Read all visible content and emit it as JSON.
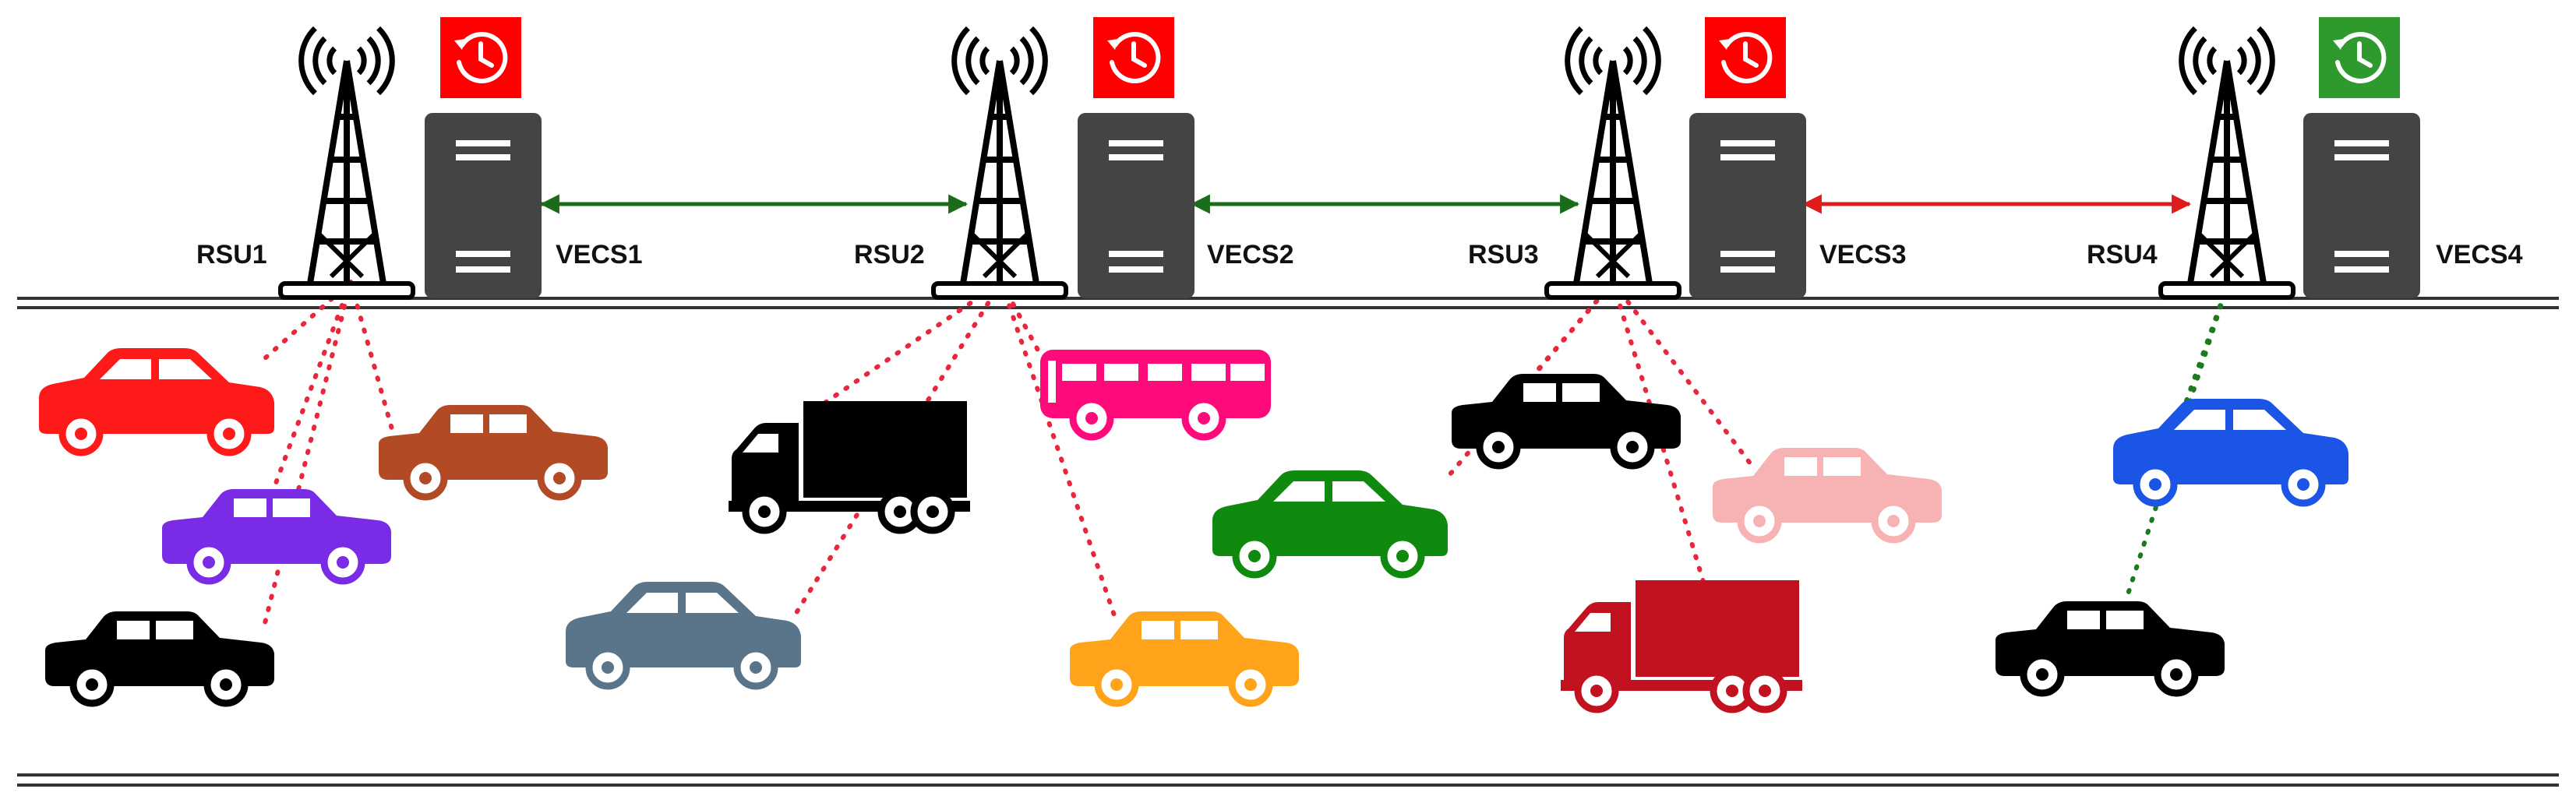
{
  "colors": {
    "busy": "#ff0000",
    "idle": "#2e9a2e",
    "link_ok": "#1a6b1a",
    "link_blocked": "#e01b1b",
    "server": "#444444",
    "dot_red": "#e8263c",
    "dot_green": "#1e7a1e"
  },
  "stations": [
    {
      "rsu": "RSU1",
      "vecs": "VECS1",
      "status": "busy"
    },
    {
      "rsu": "RSU2",
      "vecs": "VECS2",
      "status": "busy"
    },
    {
      "rsu": "RSU3",
      "vecs": "VECS3",
      "status": "busy"
    },
    {
      "rsu": "RSU4",
      "vecs": "VECS4",
      "status": "idle"
    }
  ],
  "links": [
    {
      "from": "VECS1",
      "to": "RSU2",
      "state": "ok"
    },
    {
      "from": "VECS2",
      "to": "RSU3",
      "state": "ok"
    },
    {
      "from": "VECS3",
      "to": "RSU4",
      "state": "blocked"
    }
  ],
  "vehicles": [
    {
      "kind": "hatchback",
      "color": "#ff1a1a",
      "rsu": "RSU1"
    },
    {
      "kind": "sedan",
      "color": "#b34a26",
      "rsu": "RSU1"
    },
    {
      "kind": "sedan",
      "color": "#7a2be6",
      "rsu": "RSU1"
    },
    {
      "kind": "sedan",
      "color": "#000000",
      "rsu": "RSU1"
    },
    {
      "kind": "truck",
      "color": "#000000",
      "rsu": "RSU2"
    },
    {
      "kind": "bus",
      "color": "#ff0a7a",
      "rsu": "RSU2"
    },
    {
      "kind": "hatchback",
      "color": "#5a7489",
      "rsu": "RSU2"
    },
    {
      "kind": "sedan",
      "color": "#ffa31a",
      "rsu": "RSU2"
    },
    {
      "kind": "sedan",
      "color": "#000000",
      "rsu": "RSU3"
    },
    {
      "kind": "hatchback",
      "color": "#0f8a0f",
      "rsu": "RSU3"
    },
    {
      "kind": "sedan",
      "color": "#f7b3b3",
      "rsu": "RSU3"
    },
    {
      "kind": "truck",
      "color": "#c2121f",
      "rsu": "RSU3"
    },
    {
      "kind": "hatchback",
      "color": "#1a55e6",
      "rsu": "RSU4"
    },
    {
      "kind": "sedan",
      "color": "#000000",
      "rsu": "RSU4"
    }
  ]
}
